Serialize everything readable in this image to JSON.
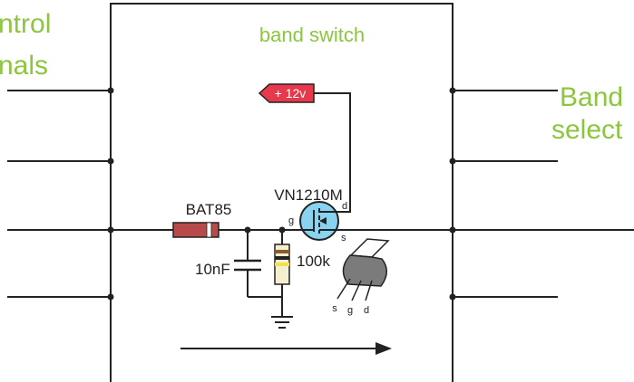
{
  "labels": {
    "control_line1": "ntrol",
    "control_line2": "nals",
    "block_title": "band switch",
    "band_line1": "Band",
    "band_line2": "select"
  },
  "components": {
    "supply": "+ 12v",
    "diode": "BAT85",
    "transistor": "VN1210M",
    "capacitor": "10nF",
    "resistor": "100k"
  },
  "pins": {
    "gate": "g",
    "drain": "d",
    "source": "s"
  },
  "package_pins": [
    "s",
    "g",
    "d"
  ],
  "colors": {
    "label_green": "#8cc63f",
    "supply_red": "#e8384b",
    "diode_body": "#b94a4a",
    "wire": "#222222",
    "transistor_fill": "#87d3f0"
  }
}
